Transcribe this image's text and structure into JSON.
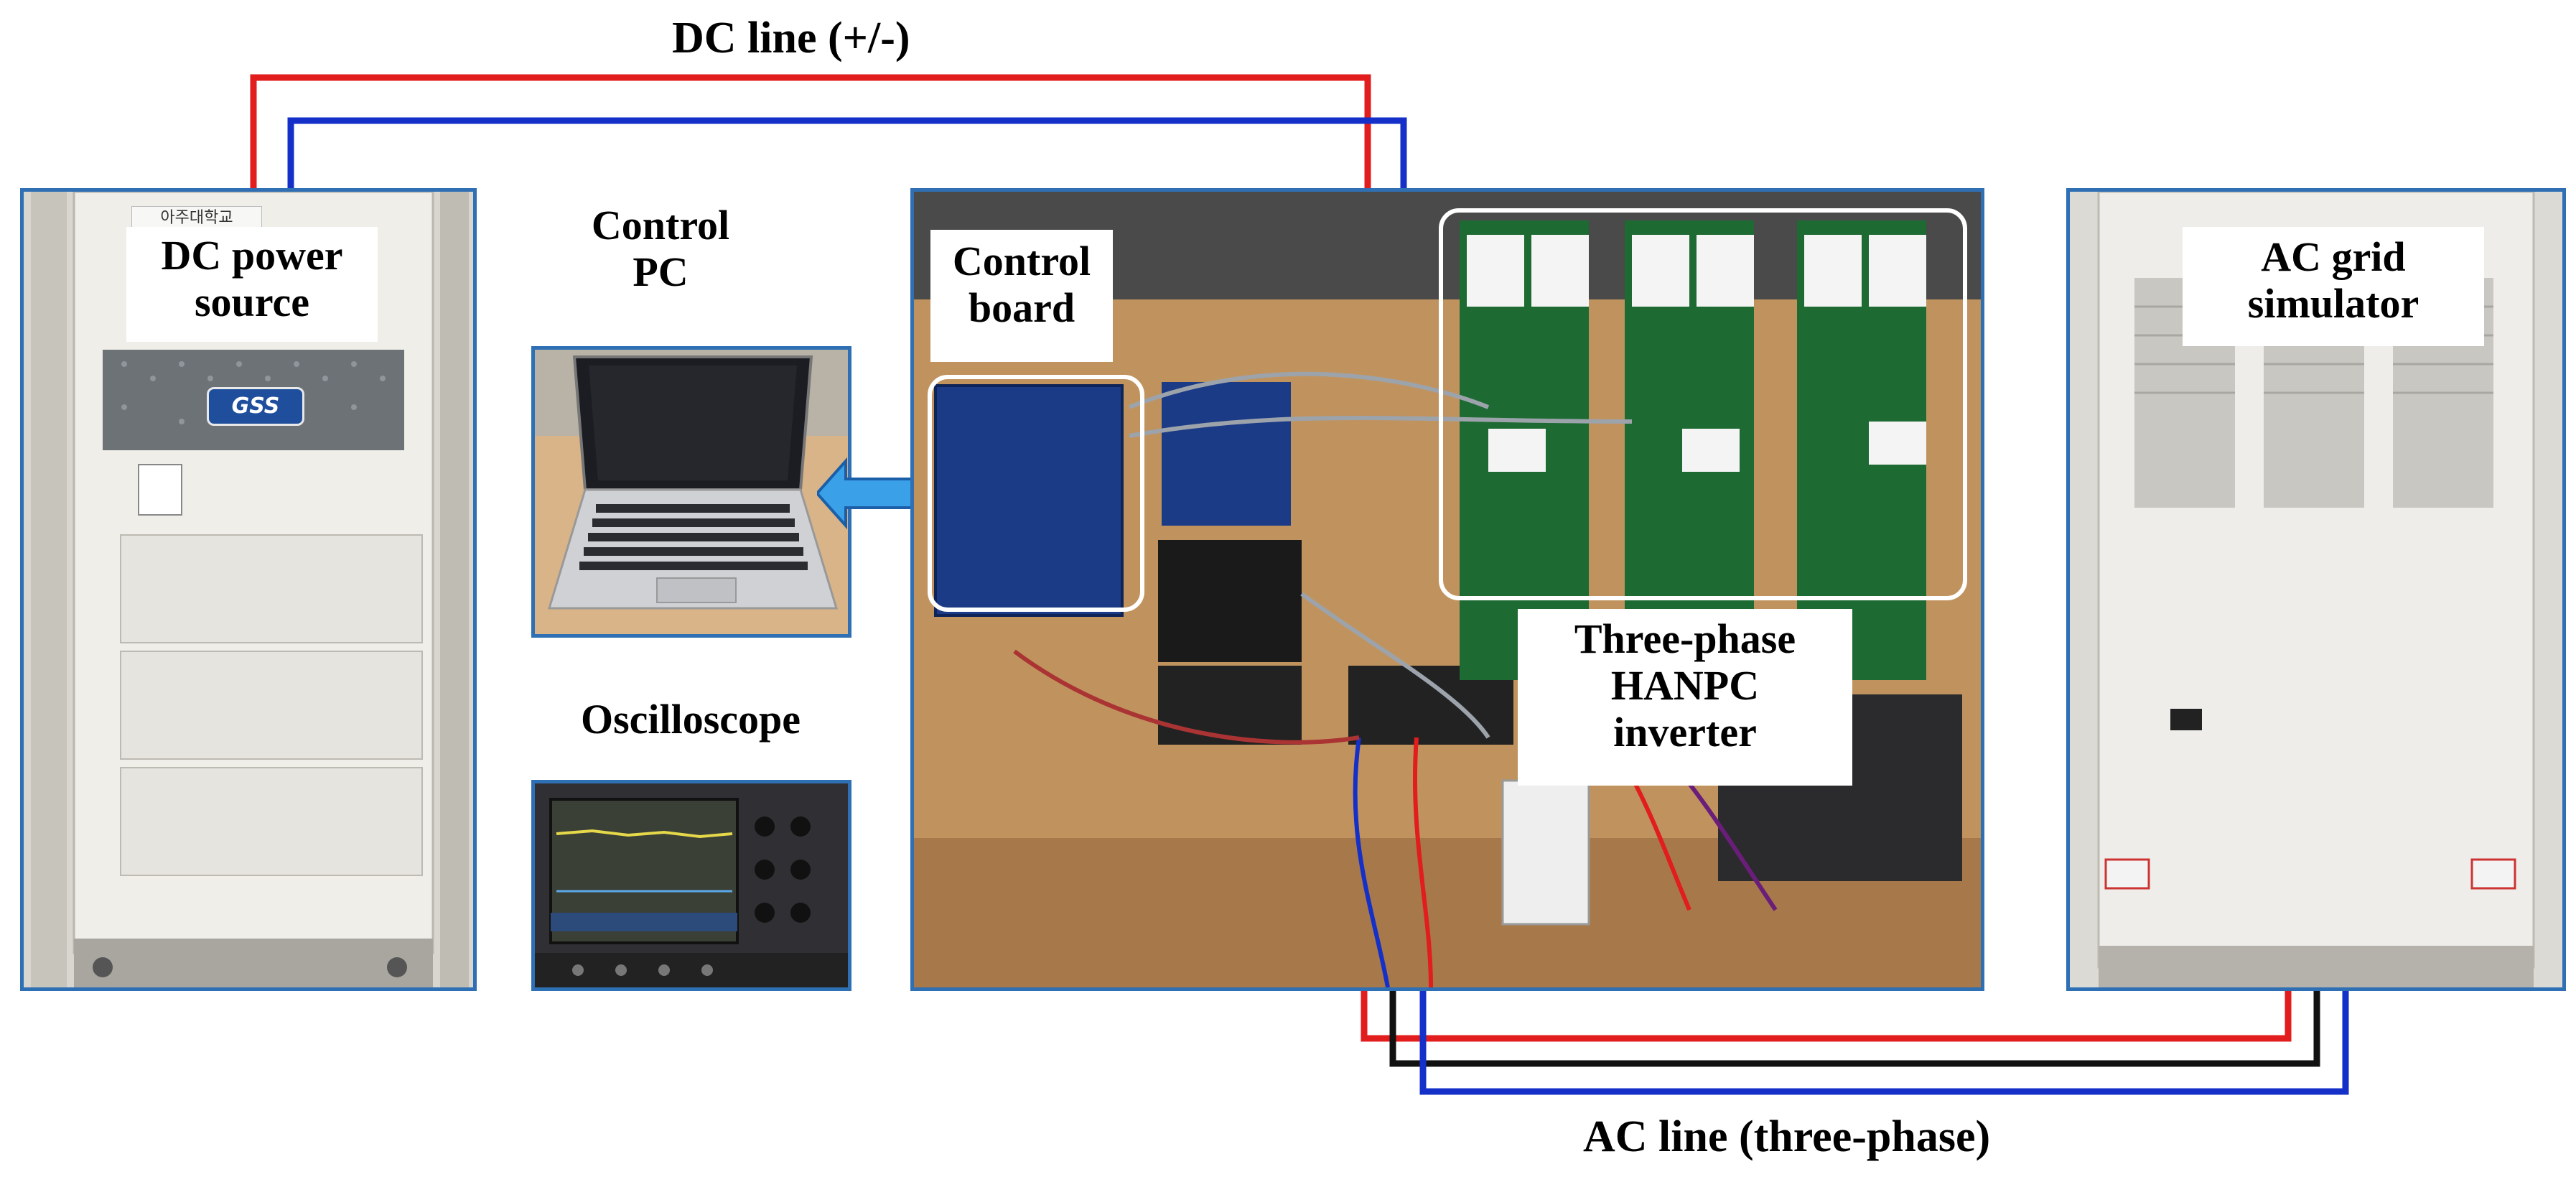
{
  "labels": {
    "dc_line": "DC line (+/-)",
    "ac_line": "AC line (three-phase)",
    "dc_source_1": "DC power",
    "dc_source_2": "source",
    "control_pc_1": "Control",
    "control_pc_2": "PC",
    "oscilloscope": "Oscilloscope",
    "control_board_1": "Control",
    "control_board_2": "board",
    "inverter_1": "Three-phase",
    "inverter_2": "HANPC",
    "inverter_3": "inverter",
    "ac_sim_1": "AC grid",
    "ac_sim_2": "simulator"
  },
  "photo_text": {
    "university_plate": "아주대학교",
    "power_brand": "GSS"
  },
  "colors": {
    "dc_positive": "#e11d1d",
    "dc_negative": "#1530c8",
    "ac_phase_a": "#e11d1d",
    "ac_phase_b": "#111111",
    "ac_phase_c": "#1530c8",
    "photo_border": "#2f6fb3",
    "highlight_box": "#ffffff",
    "comm_arrow": "#3aa0e8"
  }
}
